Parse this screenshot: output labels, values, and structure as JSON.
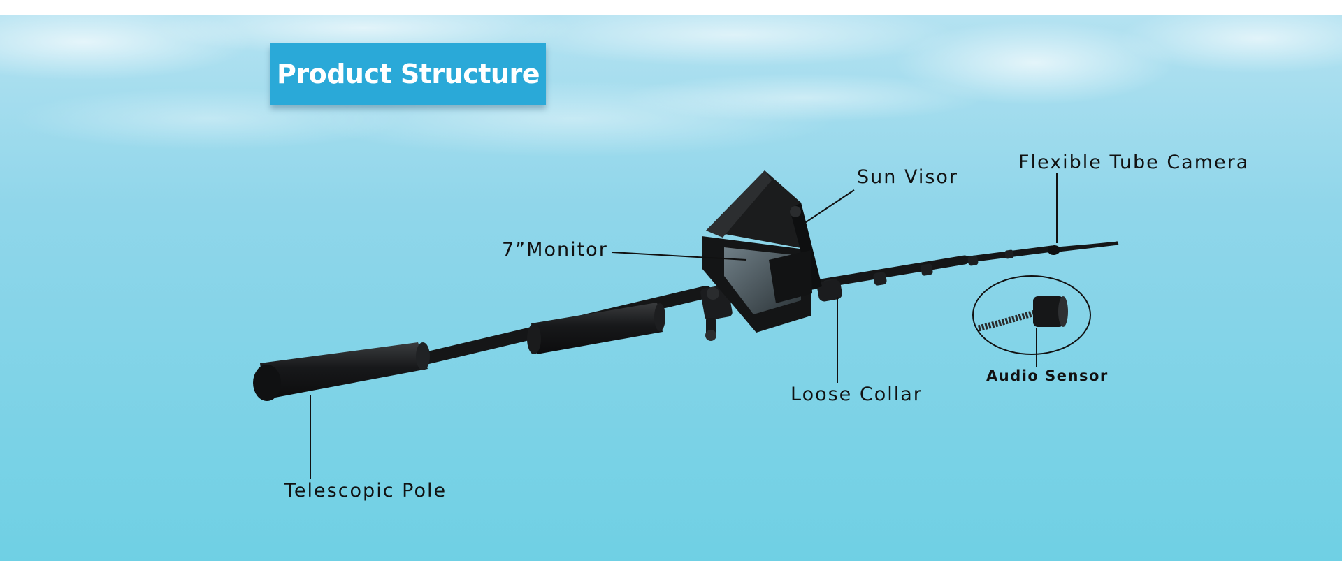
{
  "title": "Product Structure",
  "labels": {
    "sun_visor": "Sun Visor",
    "flexible_tube_camera": "Flexible Tube Camera",
    "monitor": "7”Monitor",
    "audio_sensor": "Audio Sensor",
    "loose_collar": "Loose Collar",
    "telescopic_pole": "Telescopic Pole"
  },
  "colors": {
    "title_box": "#2aa9d8",
    "sky_top": "#a8dcee",
    "sky_bottom": "#72d2e6",
    "device": "#151617"
  }
}
